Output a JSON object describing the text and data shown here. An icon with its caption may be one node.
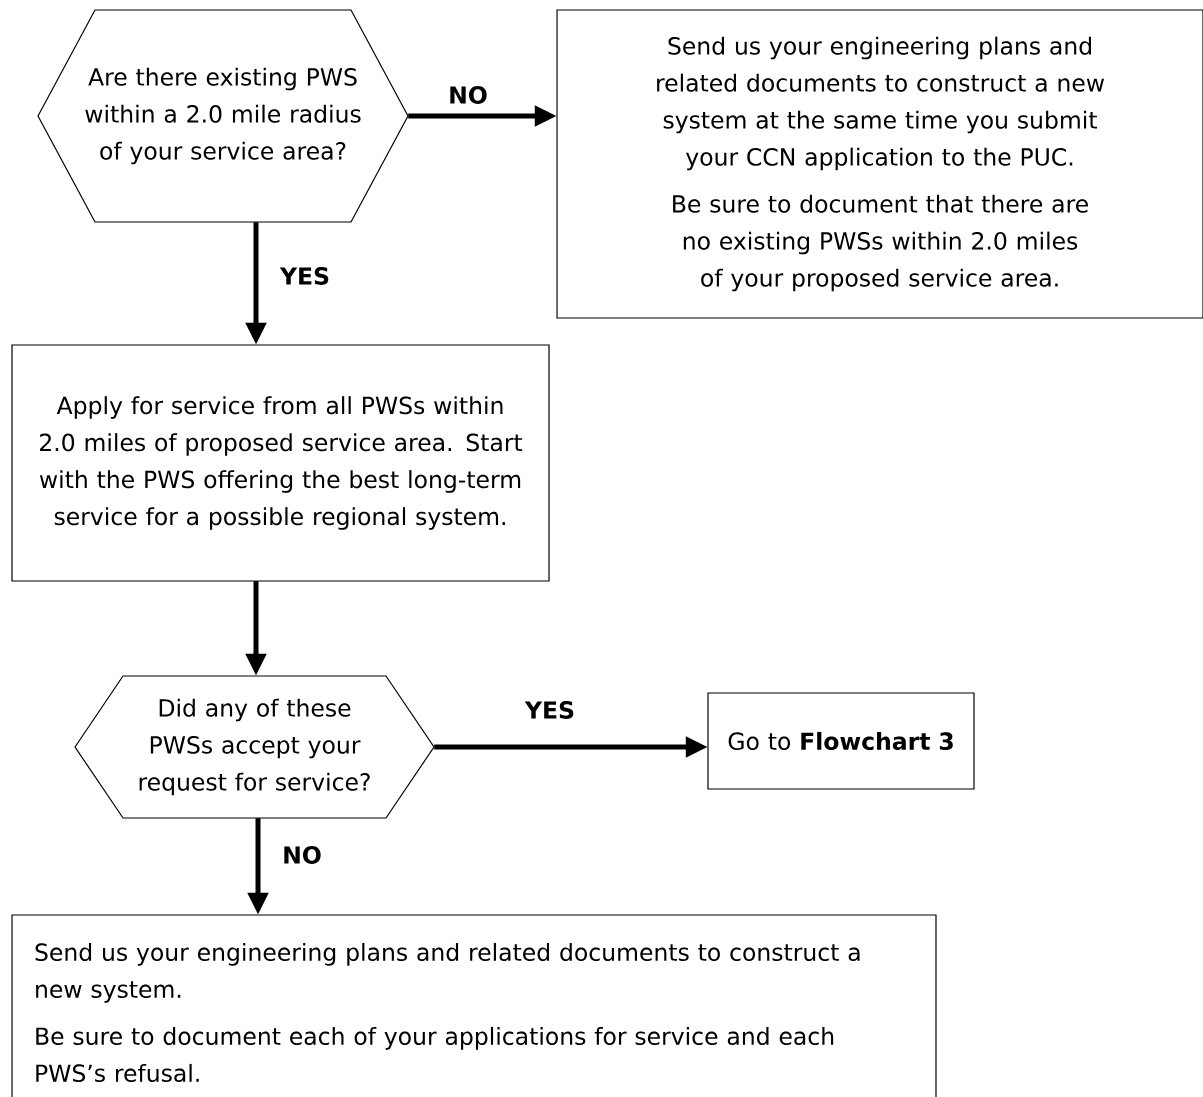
{
  "diagram": {
    "nodes": [
      {
        "text": [
          "Are there existing PWS within a 2.0 mile radius of your service area?"
        ]
      },
      {
        "text": [
          "Send us your engineering plans and related documents to construct a new system at the same time you submit your CCN application to the PUC.",
          "Be sure to document that there are no existing PWSs within 2.0 miles of your proposed service area."
        ]
      },
      {
        "text": [
          "Apply for service from all PWSs within 2.0 miles of proposed service area. Start with the PWS offering the best long-term service for a possible regional system."
        ]
      },
      {
        "text": [
          "Did any of these PWSs accept your request for service?"
        ]
      },
      {
        "text": [
          "Go to **Flowchart 3**"
        ]
      },
      {
        "text": [
          "Send us your engineering plans and related documents to construct a new system.",
          "Be sure to document each of your applications for service and each PWS’s refusal."
        ]
      }
    ],
    "edges": [
      {
        "from": 0,
        "to": 1,
        "arrow": "to",
        "label": "NO"
      },
      {
        "from": 0,
        "to": 2,
        "arrow": "to",
        "label": "YES"
      },
      {
        "from": 2,
        "to": 3,
        "arrow": "to"
      },
      {
        "from": 3,
        "to": 4,
        "arrow": "to",
        "label": "YES"
      },
      {
        "from": 3,
        "to": 5,
        "arrow": "to",
        "label": "NO"
      }
    ]
  }
}
